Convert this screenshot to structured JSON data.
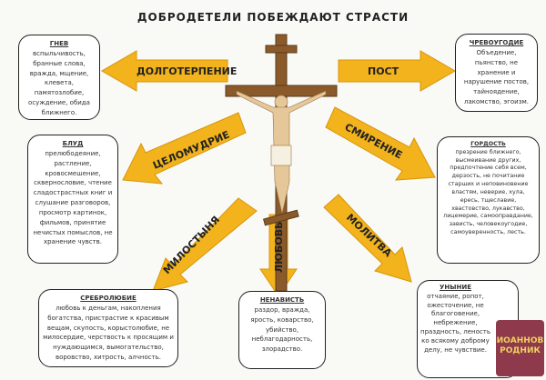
{
  "title": "ДОБРОДЕТЕЛИ ПОБЕЖДАЮТ СТРАСТИ",
  "virtues": {
    "dolgoterpenie": "ДОЛГОТЕРПЕНИЕ",
    "post": "ПОСТ",
    "celomudrie": "ЦЕЛОМУДРИЕ",
    "smirenie": "СМИРЕНИЕ",
    "milostynya": "МИЛОСТЫНЯ",
    "lyubov": "ЛЮБОВЬ",
    "molitva": "МОЛИТВА"
  },
  "passions": {
    "gnev": {
      "title": "ГНЕВ",
      "text": "вспыльчивость, бранные слова, вражда, мщение, клевета, памятозлобие, осуждение, обида ближнего."
    },
    "chrevougodie": {
      "title": "ЧРЕВОУГОДИЕ",
      "text": "Объедение, пьянство, не хранение и нарушение постов, тайноядение, лакомство, эгоизм."
    },
    "blud": {
      "title": "БЛУД",
      "text": "прелюбодеяние, растление, кровосмешение, сквернословие, чтение сладострастных книг и слушание разговоров, просмотр картинок, фильмов, принятие нечистых помыслов, не хранение чувств."
    },
    "gordost": {
      "title": "ГОРДОСТЬ",
      "text": "презрение ближнего, высмеивание других, предпочтение себя всем, дерзость, не почитание старших и неповиновение властям, неверие, хула, ересь, тщеславие, хвастовство, лукавство, лицемерие, самооправдание, зависть, человекоугодие, самоуверенность, лесть."
    },
    "srebrolyubie": {
      "title": "СРЕБРОЛЮБИЕ",
      "text": "любовь к деньгам, накопления богатства, пристрастие к красивым вещам, скупость, корыстолюбие, не милосердие, черствость к просящим и нуждающимся, вымогательство, воровство, хитрость, алчность."
    },
    "nenavist": {
      "title": "НЕНАВИСТЬ",
      "text": "раздор, вражда, ярость, коварство, убийство, неблагодарность, злорадство."
    },
    "unynie": {
      "title": "УНЫНИЕ",
      "text": "отчаяние, ропот, ожесточение, не благоговение, небрежение, праздность, леность ко всякому доброму делу, не чувствие."
    }
  },
  "logo": {
    "line1": "ИОАННОВ",
    "line2": "РОДНИК"
  },
  "colors": {
    "arrow": "#f2b31c",
    "arrow_stroke": "#d8950a",
    "cross": "#8a5a2b",
    "logo_bg": "#8e3a4c"
  }
}
